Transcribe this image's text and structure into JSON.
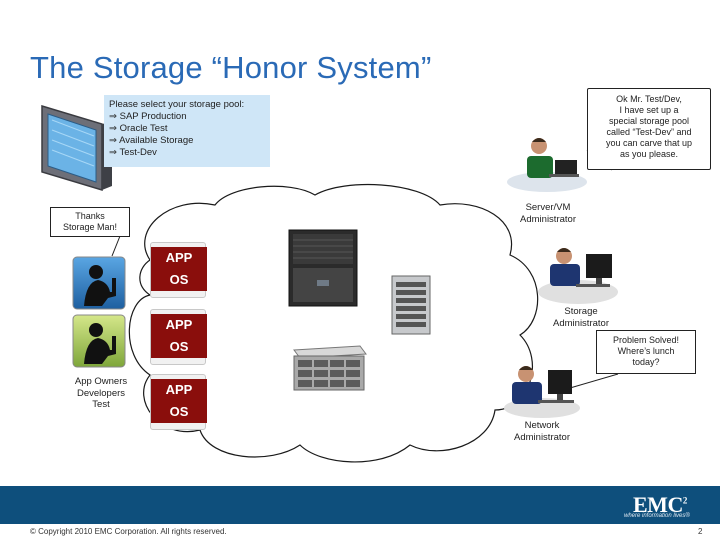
{
  "title": "The Storage “Honor System”",
  "prompt": {
    "heading": "Please select your storage pool:",
    "options": [
      {
        "arrow": "⇒",
        "label": "SAP Production"
      },
      {
        "arrow": "⇒",
        "label": "Oracle Test"
      },
      {
        "arrow": "⇒",
        "label": "Available Storage"
      },
      {
        "arrow": "⇒",
        "label": "Test-Dev"
      }
    ]
  },
  "callouts": {
    "admin_reply": [
      "Ok Mr. Test/Dev,",
      "I have set up a",
      "special storage pool",
      "called “Test-Dev” and",
      "you can carve that up",
      "as you please."
    ],
    "thanks": [
      "Thanks",
      "Storage Man!"
    ],
    "problem_solved": [
      "Problem Solved!",
      "Where’s lunch",
      "today?"
    ]
  },
  "roles": {
    "server_vm": [
      "Server/VM",
      "Administrator"
    ],
    "storage": [
      "Storage",
      "Administrator"
    ],
    "network": [
      "Network",
      "Administrator"
    ],
    "app_owners": [
      "App Owners",
      "Developers",
      "Test"
    ]
  },
  "app_stack": {
    "app": "APP",
    "os": "OS"
  },
  "footer": {
    "copyright": "© Copyright 2010 EMC Corporation. All rights reserved.",
    "page": "2",
    "logo": "EMC",
    "logo_sup": "2",
    "tagline": "where information lives®"
  },
  "colors": {
    "title": "#2a6ab6",
    "prompt_bg": "#cfe6f7",
    "app_red": "#8a0e0c",
    "footer_blue": "#0e4f7c"
  }
}
